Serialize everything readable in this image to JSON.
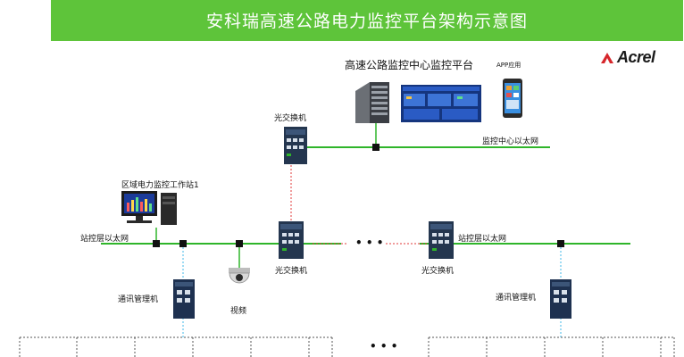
{
  "header": {
    "title": "安科瑞高速公路电力监控平台架构示意图"
  },
  "logo": {
    "text": "Acrel"
  },
  "labels": {
    "center_platform": "高速公路监控中心监控平台",
    "app": "APP应用",
    "top_switch": "光交换机",
    "center_ethernet": "监控中心以太网",
    "workstation": "区域电力监控工作站1",
    "station_ethernet_left": "站控层以太网",
    "station_ethernet_right": "站控层以太网",
    "switch_left": "光交换机",
    "switch_right": "光交换机",
    "comm_manager_left": "通讯管理机",
    "comm_manager_right": "通讯管理机",
    "video": "视频",
    "ellipsis_middle": "• • •",
    "ellipsis_bottom": "• • •"
  },
  "colors": {
    "title_bar": "#5ec43a",
    "ethernet": "#2fb52a",
    "fiber": "#e03a3a",
    "serial": "#40b8e8"
  }
}
